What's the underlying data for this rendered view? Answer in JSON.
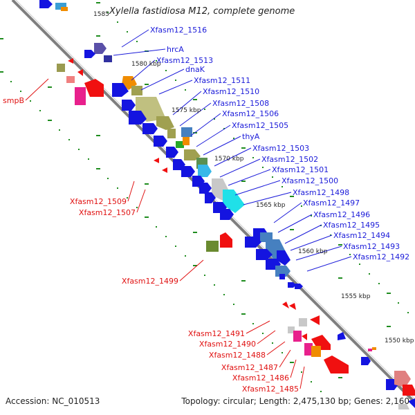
{
  "title": "Xylella fastidiosa M12, complete genome",
  "footer": {
    "accession": "Accession: NC_010513",
    "summary": "Topology: circular; Length: 2,475,130 bp; Genes: 2,160"
  },
  "colors": {
    "forward_label": "#1a1ad9",
    "reverse_label": "#e01010",
    "backbone": "#7f7f7f",
    "tick": "#1e8c1e",
    "cds_blue": "#1414e0",
    "cds_red": "#f01010"
  },
  "kbp_ticks": [
    "1585",
    "1580 kbp",
    "1575 kbp",
    "1570 kbp",
    "1565 kbp",
    "1560 kbp",
    "1555 kbp",
    "1550 kbp"
  ],
  "forward_labels": [
    "Xfasm12_1516",
    "hrcA",
    "Xfasm12_1513",
    "dnaK",
    "Xfasm12_1511",
    "Xfasm12_1510",
    "Xfasm12_1508",
    "Xfasm12_1506",
    "Xfasm12_1505",
    "thyA",
    "Xfasm12_1503",
    "Xfasm12_1502",
    "Xfasm12_1501",
    "Xfasm12_1500",
    "Xfasm12_1498",
    "Xfasm12_1497",
    "Xfasm12_1496",
    "Xfasm12_1495",
    "Xfasm12_1494",
    "Xfasm12_1493",
    "Xfasm12_1492"
  ],
  "reverse_labels": [
    "smpB",
    "Xfasm12_1509",
    "Xfasm12_1507",
    "Xfasm12_1499",
    "Xfasm12_1491",
    "Xfasm12_1490",
    "Xfasm12_1488",
    "Xfasm12_1487",
    "Xfasm12_1486",
    "Xfasm12_1485"
  ]
}
